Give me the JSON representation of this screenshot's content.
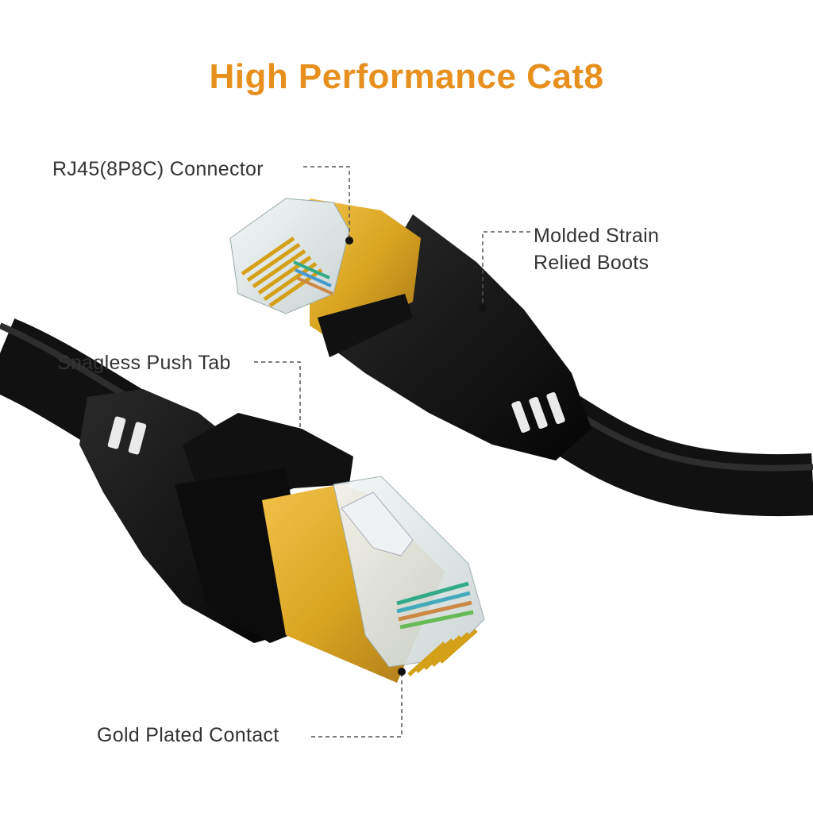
{
  "title": "High Performance Cat8",
  "colors": {
    "title": "#E8901E",
    "cable": "#111111",
    "gold": "#D9A520",
    "label_text": "#333333",
    "leader_line": "#555555"
  },
  "callouts": {
    "rj45": "RJ45(8P8C) Connector",
    "boots_line1": "Molded Strain",
    "boots_line2": "Relied Boots",
    "push_tab": "Snagless Push Tab",
    "gold_contact": "Gold Plated Contact"
  }
}
